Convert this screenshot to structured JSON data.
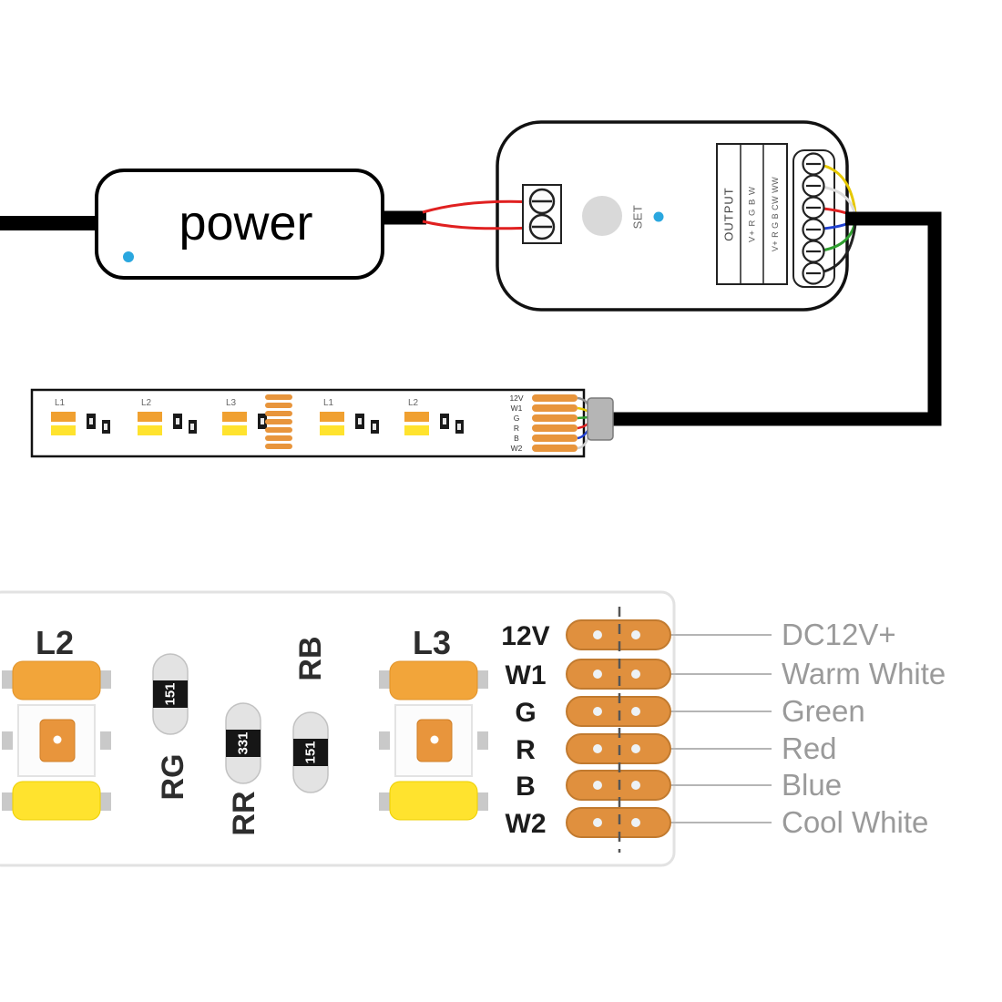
{
  "top": {
    "power_label": "power",
    "controller": {
      "set_label": "SET",
      "output_label": "OUTPUT",
      "output_col_1": "V+ R G B W",
      "output_col_2": "V+ R G B CW WW"
    },
    "strip": {
      "segment_labels": [
        "L1",
        "L2",
        "L3",
        "L1",
        "L2"
      ],
      "pad_labels": [
        "12V",
        "W1",
        "G",
        "R",
        "B",
        "W2"
      ]
    }
  },
  "zoom": {
    "module_labels": [
      "L2",
      "L3"
    ],
    "resistors": [
      {
        "name": "RG",
        "value": "151"
      },
      {
        "name": "RR",
        "value": "331"
      },
      {
        "name": "RB",
        "value": "151"
      }
    ],
    "pad_labels": [
      "12V",
      "W1",
      "G",
      "R",
      "B",
      "W2"
    ],
    "legend": [
      "DC12V+",
      "Warm White",
      "Green",
      "Red",
      "Blue",
      "Cool White"
    ]
  },
  "colors": {
    "indicator_blue": "#2aa7df",
    "pad_copper": "#e0903e",
    "led_warm_orange": "#f2a53a",
    "led_cool_yellow": "#ffe32e",
    "legend_gray": "#9a9a9a",
    "wire_red": "#e02020",
    "wire_green": "#2e9e2e",
    "wire_blue": "#2040d0",
    "wire_yellow": "#e6c800"
  }
}
